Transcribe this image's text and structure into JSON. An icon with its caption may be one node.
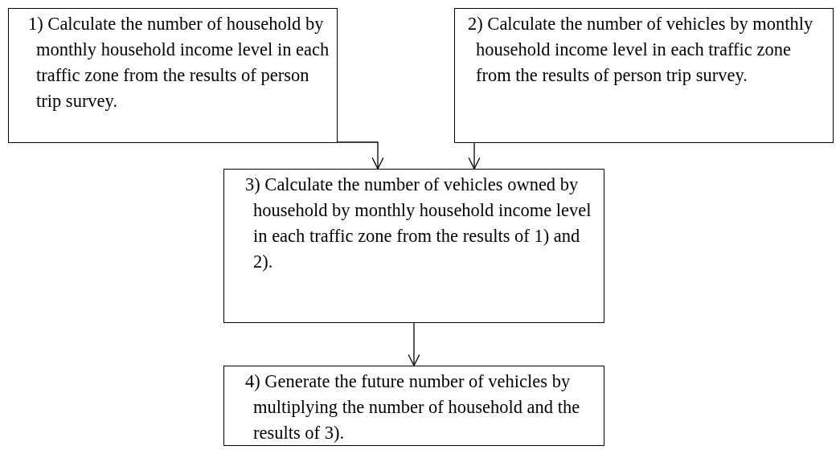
{
  "diagram": {
    "nodes": [
      {
        "text": [
          "1) Calculate the number of household by monthly household income level in each traffic zone from the results of person trip survey."
        ]
      },
      {
        "text": [
          "2) Calculate the number of vehicles by monthly household income level in each traffic zone from the results of person trip survey."
        ]
      },
      {
        "text": [
          "3) Calculate the number of vehicles owned by household by monthly household income level in each traffic zone from the results of 1) and 2)."
        ]
      },
      {
        "text": [
          "4) Generate the future number of vehicles by multiplying the number of household and the results of 3)."
        ]
      }
    ],
    "edges": [
      {
        "from": 0,
        "to": 2,
        "arrow": "to"
      },
      {
        "from": 1,
        "to": 2,
        "arrow": "to"
      },
      {
        "from": 2,
        "to": 3,
        "arrow": "to"
      }
    ]
  }
}
